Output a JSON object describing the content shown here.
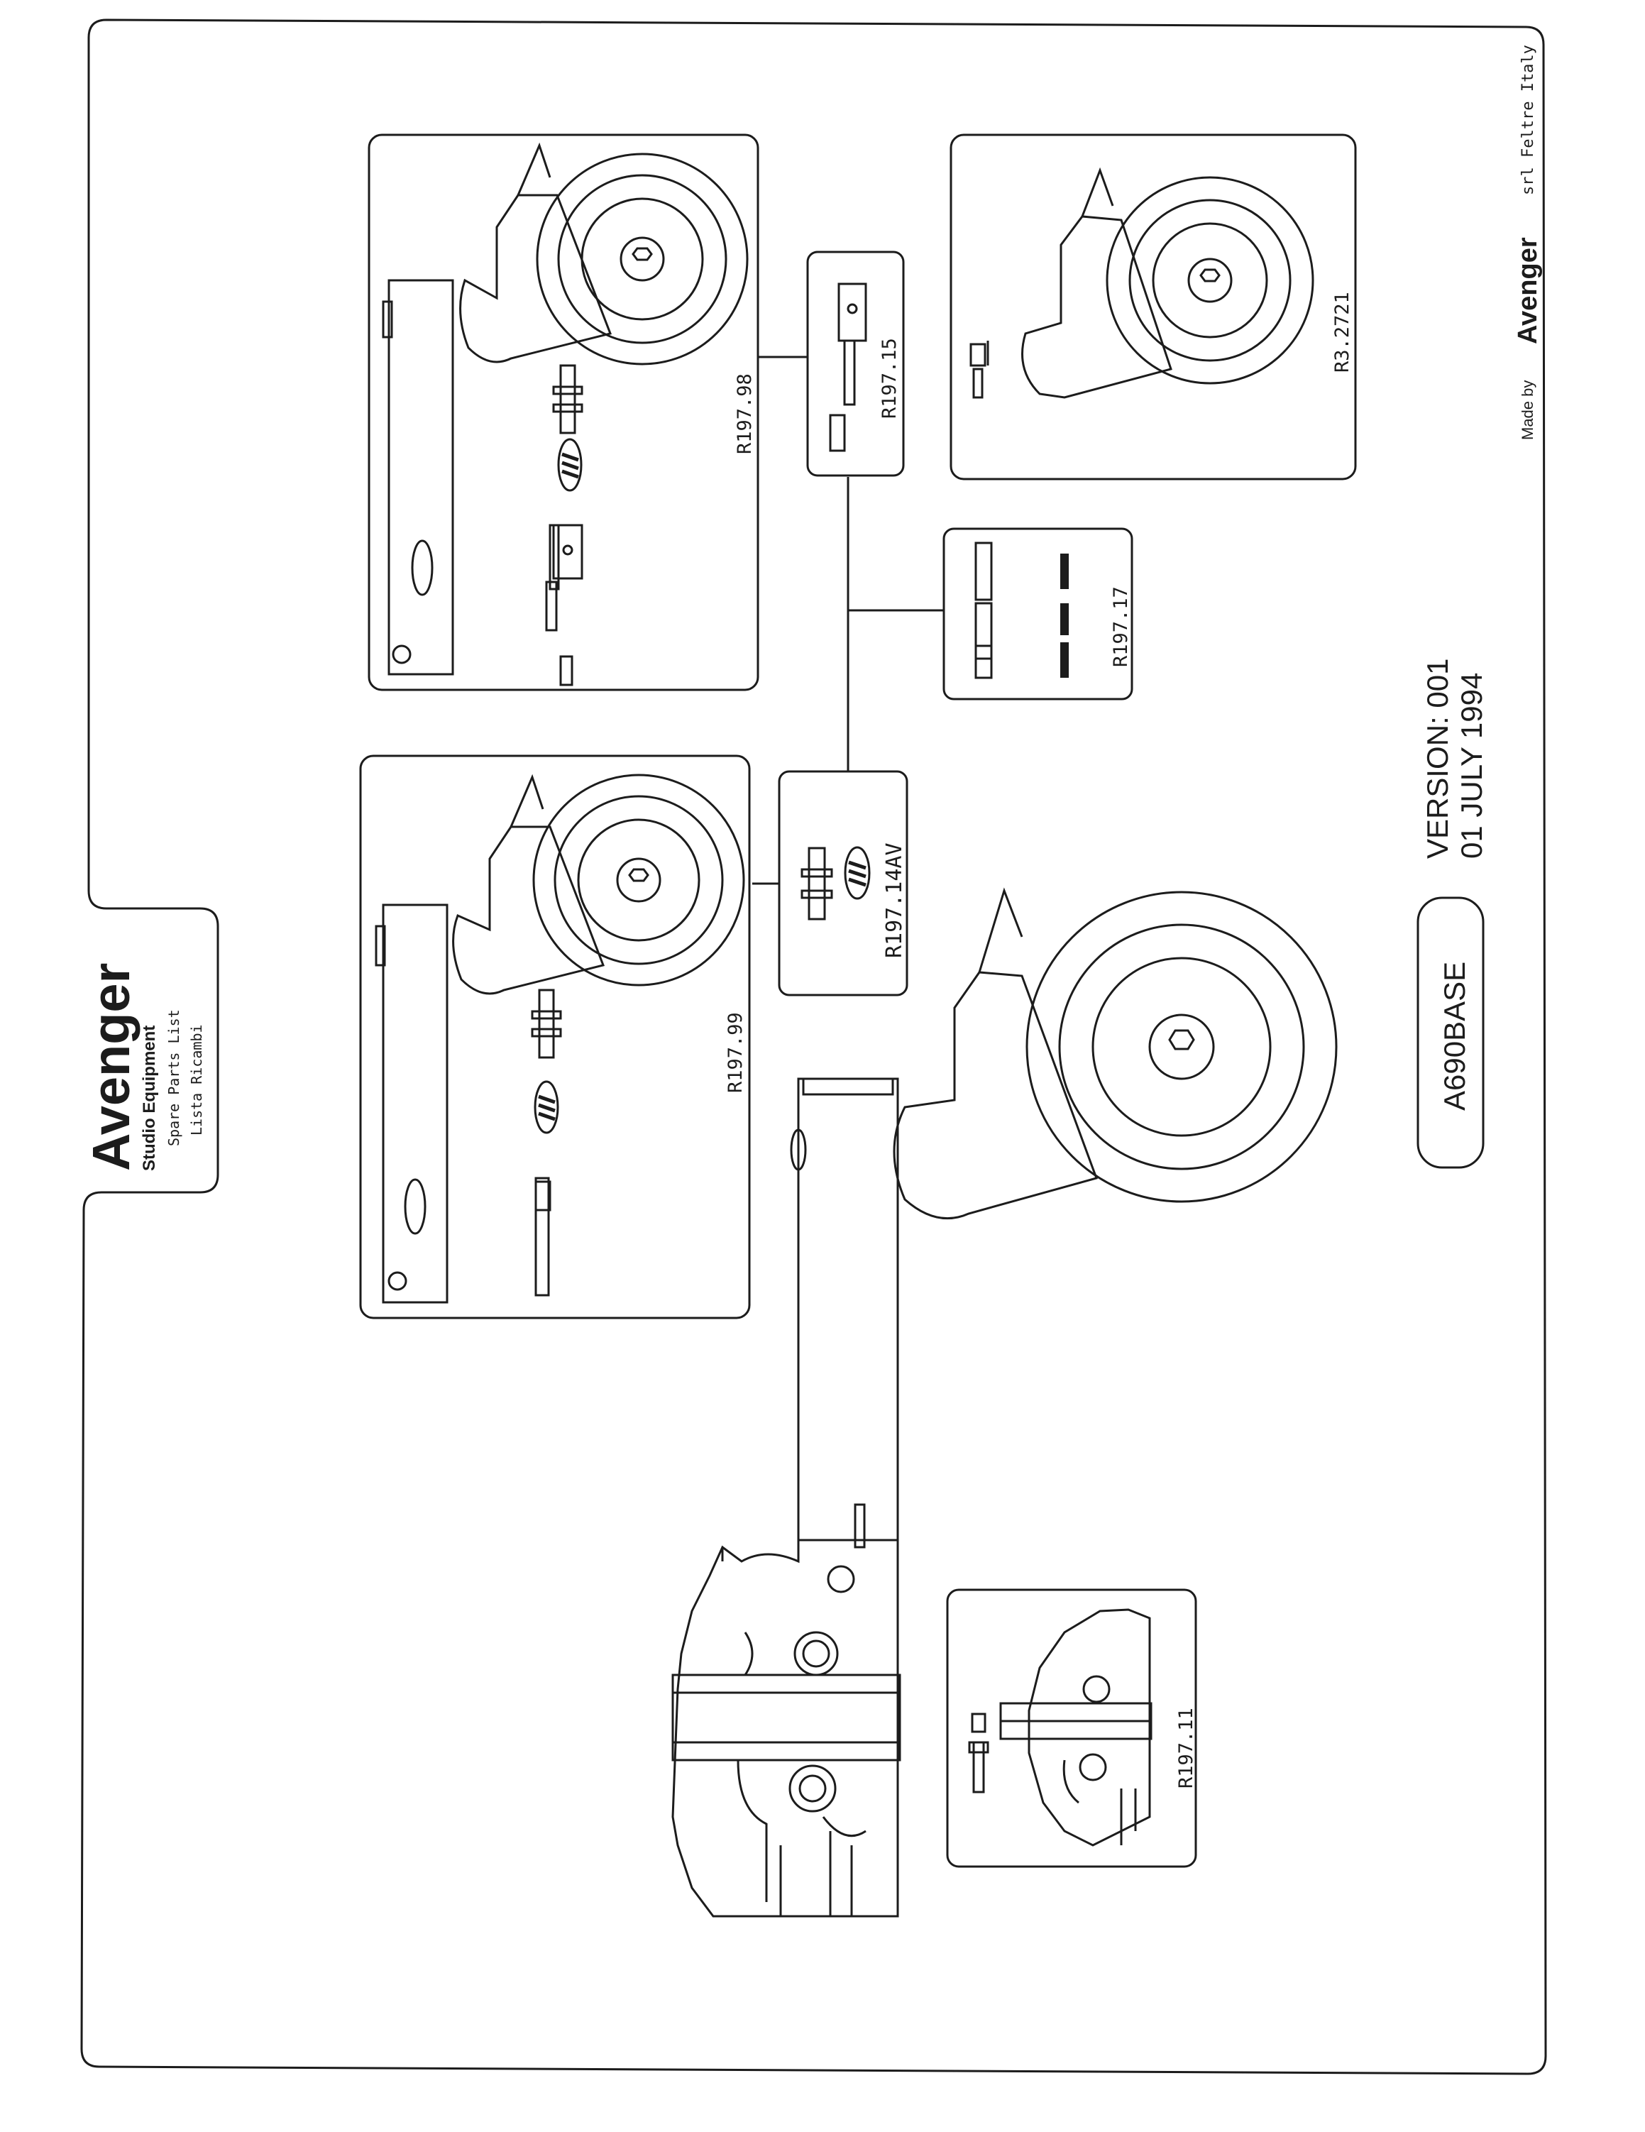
{
  "title_block": {
    "brand": "Avenger",
    "subtitle": "Studio Equipment",
    "line1": "Spare Parts List",
    "line2": "Lista Ricambi"
  },
  "footer": {
    "made_by": "Made by",
    "brand": "Avenger",
    "suffix": "srl Feltre Italy"
  },
  "model": {
    "code": "A690BASE",
    "version": "VERSION: 001",
    "date": "01 JULY 1994"
  },
  "parts": [
    {
      "code": "R197.98"
    },
    {
      "code": "R197.15"
    },
    {
      "code": "R3.2721"
    },
    {
      "code": "R197.17"
    },
    {
      "code": "R197.99"
    },
    {
      "code": "R197.14AV"
    },
    {
      "code": "R197.11"
    }
  ],
  "colors": {
    "line": "#1c1c1c",
    "paper": "#ffffff"
  }
}
